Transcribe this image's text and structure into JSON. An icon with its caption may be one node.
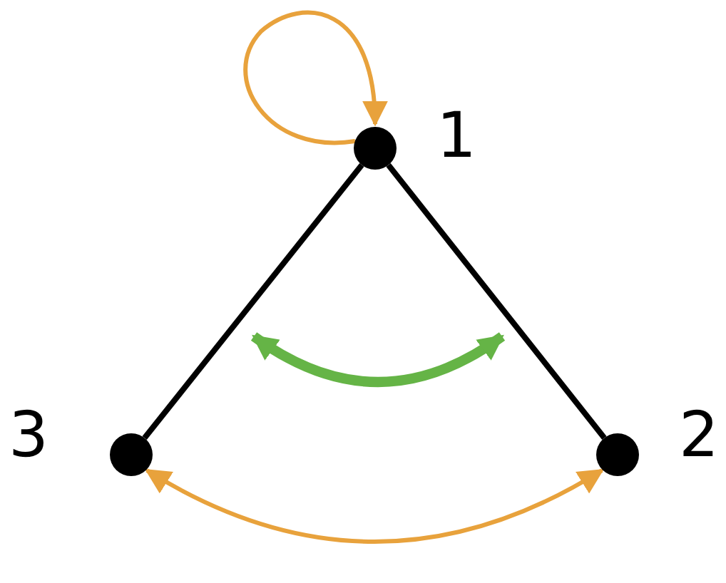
{
  "diagram": {
    "nodes": [
      {
        "text": [],
        "shape": "circle",
        "beside": [
          "1"
        ]
      },
      {
        "text": [],
        "shape": "circle",
        "beside": [
          "3"
        ]
      },
      {
        "text": [],
        "shape": "circle",
        "beside": [
          "2"
        ]
      }
    ],
    "edges": [
      {
        "from": 0,
        "to": 0,
        "arrow": "to",
        "color": "#e8a23c"
      },
      {
        "from": 0,
        "to": 1,
        "arrow": "none",
        "color": "#000000"
      },
      {
        "from": 0,
        "to": 2,
        "arrow": "none",
        "color": "#000000"
      },
      {
        "from": 1,
        "to": 2,
        "arrow": "both",
        "color": "#e8a23c"
      }
    ]
  }
}
